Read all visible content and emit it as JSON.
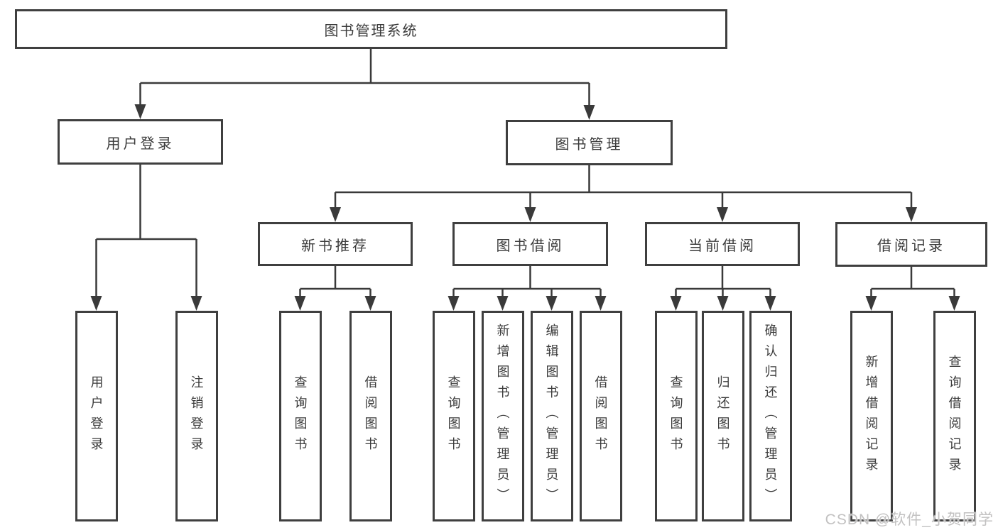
{
  "title": "图书管理系统",
  "watermark": "CSDN @软件_小贺同学",
  "colors": {
    "line": "#3a3a3a",
    "border": "#3f3f3f",
    "text": "#3b3b3b",
    "background": "#ffffff",
    "watermark": "#c2c1c1"
  },
  "nodes": {
    "root": {
      "label": "图书管理系统"
    },
    "level1": {
      "user_login": {
        "label": "用户登录"
      },
      "book_mgmt": {
        "label": "图书管理"
      }
    },
    "level2": {
      "new_book_rec": {
        "label": "新书推荐"
      },
      "book_borrow": {
        "label": "图书借阅"
      },
      "current_borrow": {
        "label": "当前借阅"
      },
      "borrow_record": {
        "label": "借阅记录"
      }
    },
    "leaves": {
      "user_login": {
        "label": "用户登录"
      },
      "logout": {
        "label": "注销登录"
      },
      "rec_query_book": {
        "label": "查询图书"
      },
      "rec_borrow_book": {
        "label": "借阅图书"
      },
      "bor_query_book": {
        "label": "查询图书"
      },
      "bor_add_book": {
        "label": "新增图书（管理员）"
      },
      "bor_edit_book": {
        "label": "编辑图书（管理员）"
      },
      "bor_borrow_book": {
        "label": "借阅图书"
      },
      "cur_query_book": {
        "label": "查询图书"
      },
      "cur_return_book": {
        "label": "归还图书"
      },
      "cur_confirm_return": {
        "label": "确认归还（管理员）"
      },
      "log_add_record": {
        "label": "新增借阅记录"
      },
      "log_query_record": {
        "label": "查询借阅记录"
      }
    }
  }
}
